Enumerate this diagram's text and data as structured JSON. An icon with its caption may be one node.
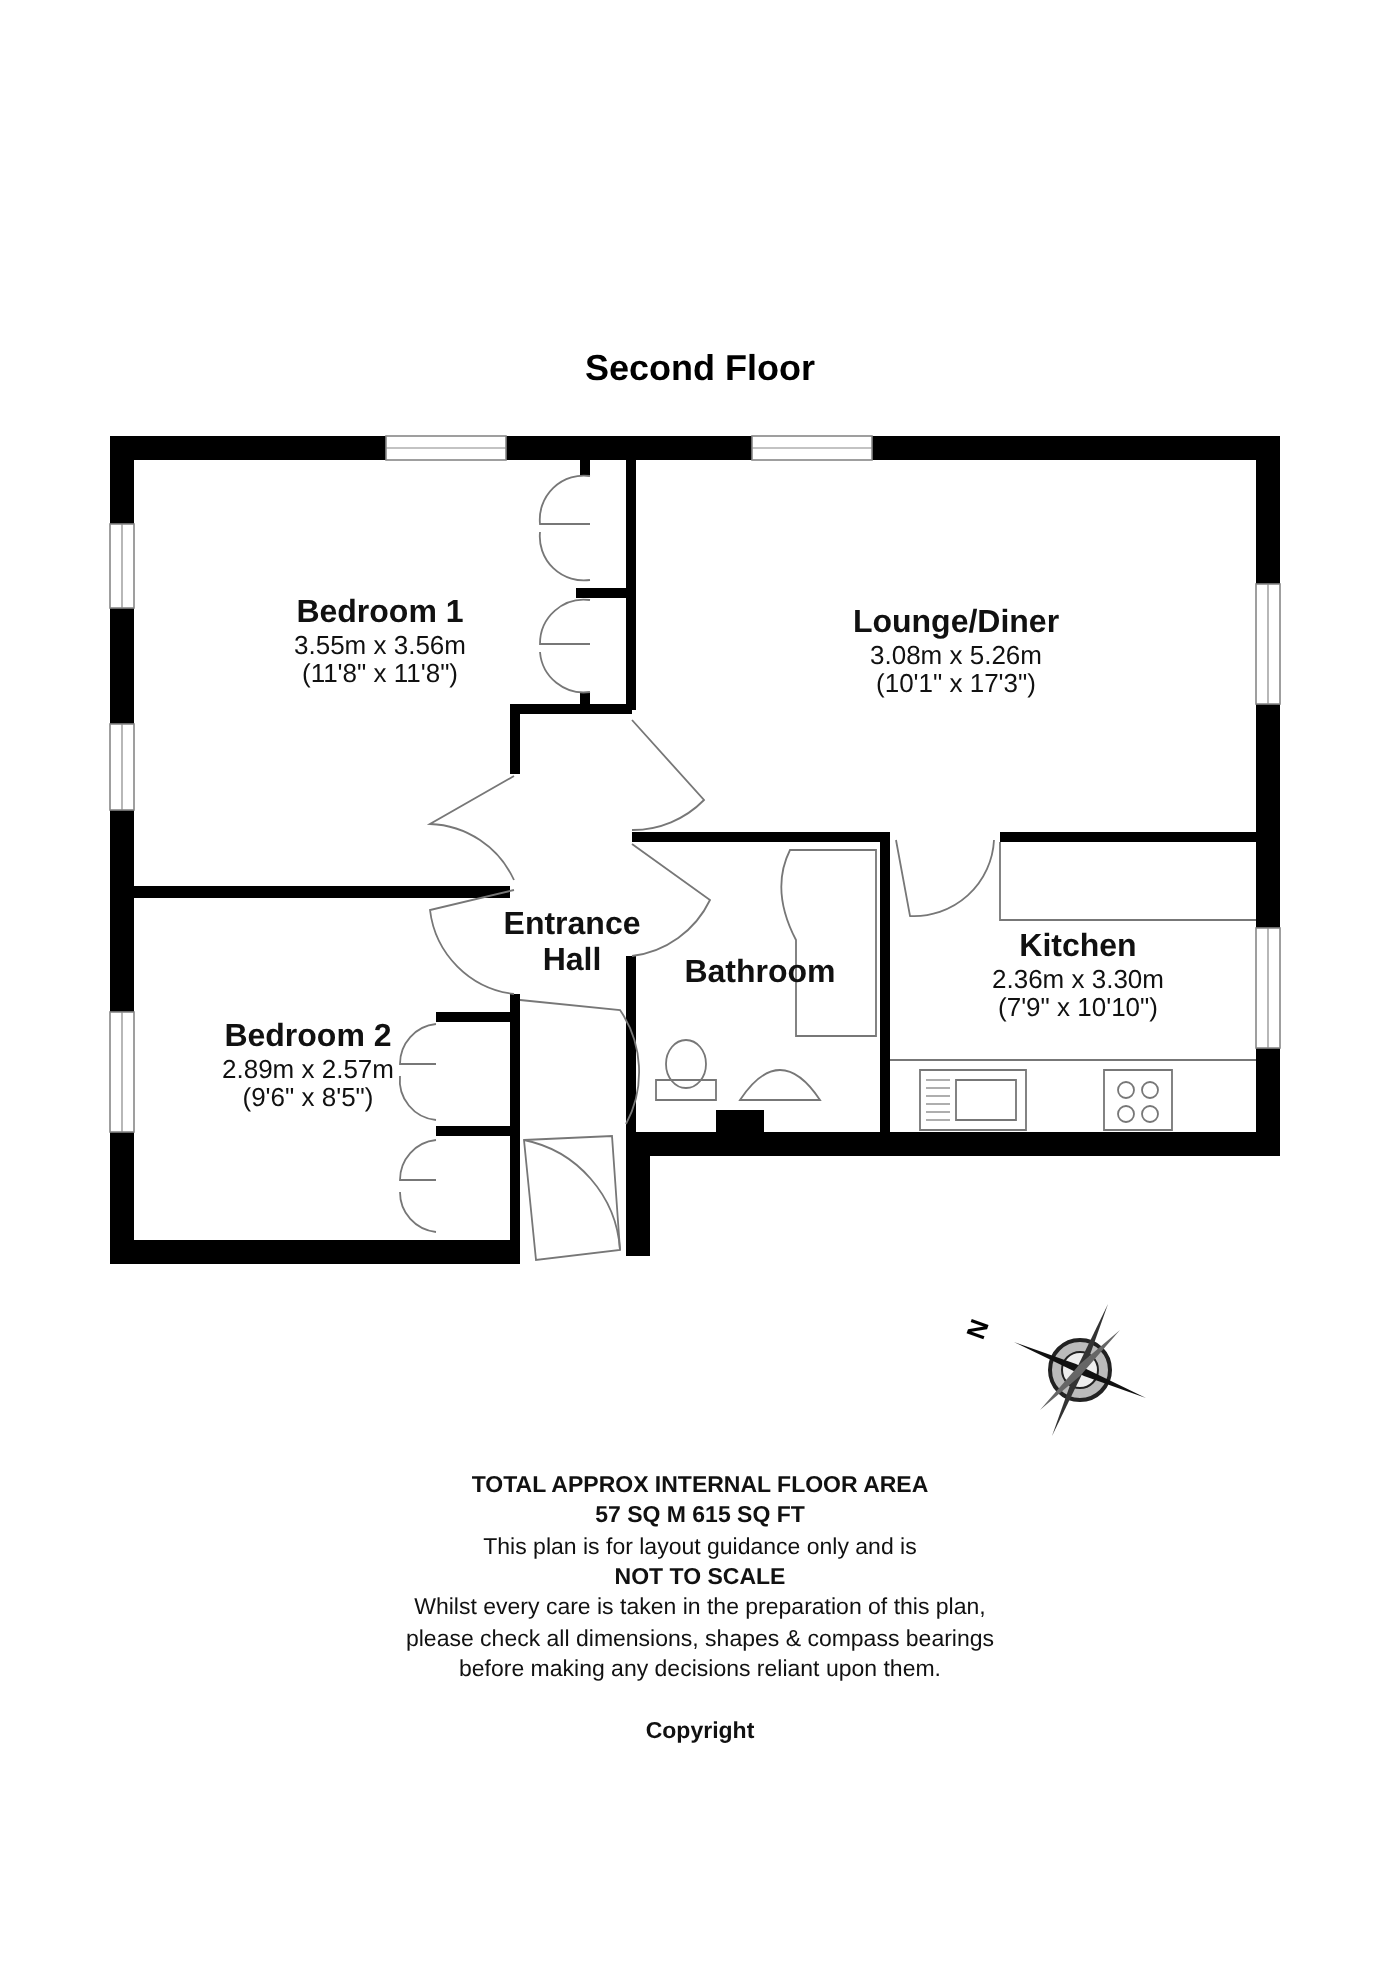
{
  "diagram": {
    "title": "Second Floor",
    "nodes": [
      {
        "text": [
          "Bedroom 1",
          "3.55m x 3.56m",
          "(11'8\" x 11'8\")"
        ]
      },
      {
        "text": [
          "Lounge/Diner",
          "3.08m x 5.26m",
          "(10'1\" x 17'3\")"
        ]
      },
      {
        "text": [
          "Entrance Hall"
        ]
      },
      {
        "text": [
          "Bathroom"
        ]
      },
      {
        "text": [
          "Kitchen",
          "2.36m x 3.30m",
          "(7'9\" x 10'10\")"
        ]
      },
      {
        "text": [
          "Bedroom 2",
          "2.89m x 2.57m",
          "(9'6\" x 8'5\")"
        ]
      }
    ],
    "labels": [
      "N",
      "TOTAL APPROX INTERNAL FLOOR AREA",
      "57 SQ M 615 SQ FT",
      "This plan is for layout guidance only and is",
      "NOT TO SCALE",
      "Whilst every care is taken in the preparation of this plan, please check all dimensions, shapes & compass bearings before making any decisions reliant upon them.",
      "Copyright"
    ]
  }
}
